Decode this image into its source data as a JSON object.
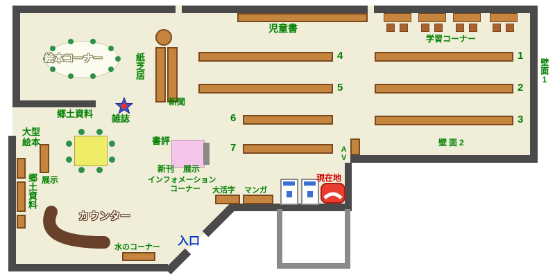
{
  "labels": {
    "children_books": "児童書",
    "study_corner": "学習コーナー",
    "wall_1": "壁面1",
    "wall_2": "壁面2",
    "picture_book_corner": "絵本コーナー",
    "kamishibai": "紙芝居",
    "newspaper": "新聞",
    "magazine": "雑誌",
    "local_materials": "郷土資料",
    "large_picture_books_1": "大型",
    "large_picture_books_2": "絵本",
    "exhibit_1": "展示",
    "local_materials_side": "郷土資料",
    "book_review": "書評",
    "new_arrivals": "新刊",
    "exhibit_2": "展示",
    "information_1": "インフォメーション",
    "information_2": "コーナー",
    "large_print": "大活字",
    "manga": "マンガ",
    "current_location": "現在地",
    "counter": "カウンター",
    "water_corner": "水のコーナー",
    "entrance": "入口",
    "av": "AV"
  },
  "shelf_numbers": {
    "center": [
      "4",
      "5",
      "6",
      "7"
    ],
    "right": [
      "1",
      "2",
      "3"
    ]
  },
  "colors": {
    "floor": "#F0EDD8",
    "wall": "#4A4A4A",
    "shelf": "#C6853E",
    "shelf_border": "#7A4A1E",
    "label_green": "#008000",
    "entrance_blue": "#0033CC",
    "current_location_red": "#D40000",
    "counter_brown": "#69412A",
    "table_yellow": "#EFEC67",
    "chair_green": "#2E9148",
    "display_pink": "#F6C5EA",
    "marker_red": "#E93C2E",
    "machine_blue": "#3B6FD4",
    "star_blue": "#4150C8"
  }
}
